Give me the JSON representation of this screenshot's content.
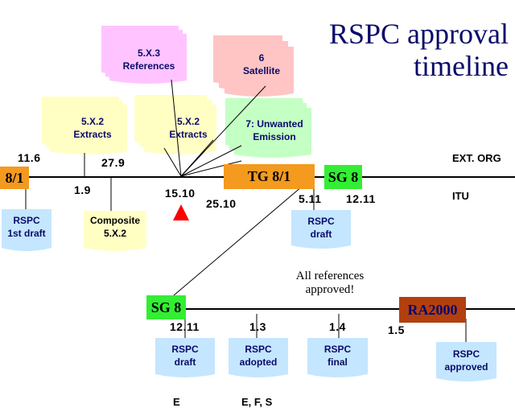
{
  "title": {
    "line1": "RSPC approval",
    "line2": "timeline"
  },
  "phases": {
    "p81": "8/1",
    "tg81": "TG 8/1",
    "sg8_top": "SG 8",
    "sg8_bottom": "SG 8",
    "ra2000": "RA2000"
  },
  "line_labels": {
    "ext_org": "EXT. ORG",
    "itu": "ITU"
  },
  "dates": {
    "d11_6": "11.6",
    "d1_9": "1.9",
    "d27_9": "27.9",
    "d15_10": "15.10",
    "d25_10": "25.10",
    "d5_11": "5.11",
    "d12_11_top": "12.11",
    "d12_11_bottom": "12.11",
    "d1_3": "1.3",
    "d1_4": "1.4",
    "d1_5": "1.5"
  },
  "docs_top": {
    "d533": {
      "line1": "5.X.3",
      "line2": "References"
    },
    "d6": {
      "line1": "6",
      "line2": "Satellite"
    },
    "d532a": {
      "line1": "5.X.2",
      "line2": "Extracts"
    },
    "d532b": {
      "line1": "5.X.2",
      "line2": "Extracts"
    },
    "d7": {
      "line1": "7: Unwanted",
      "line2": "Emission"
    }
  },
  "docs_itu": {
    "rspc1": {
      "line1": "RSPC",
      "line2": "1st draft"
    },
    "composite": {
      "line1": "Composite",
      "line2": "5.X.2"
    },
    "rspc_draft_top": {
      "line1": "RSPC",
      "line2": "draft"
    }
  },
  "docs_bottom": {
    "rspc_draft": {
      "line1": "RSPC",
      "line2": "draft"
    },
    "rspc_adopted": {
      "line1": "RSPC",
      "line2": "adopted"
    },
    "rspc_final": {
      "line1": "RSPC",
      "line2": "final"
    },
    "rspc_approved": {
      "line1": "RSPC",
      "line2": "approved"
    }
  },
  "note": {
    "line1": "All references",
    "line2": "approved!"
  },
  "languages": {
    "e": "E",
    "efs": "E, F, S"
  },
  "colors": {
    "orange": "#f39a1f",
    "green": "#33ee33",
    "brown": "#b33f0f",
    "yellow_doc": "#ffffc4",
    "pink_doc": "#ffc4ff",
    "salmon_doc": "#ffc4c4",
    "mint_doc": "#c4ffc4",
    "blue_doc": "#c4e6ff",
    "title": "#0a0a6a",
    "marker": "#ff0000"
  },
  "icons": {
    "marker": "red-triangle-marker"
  }
}
